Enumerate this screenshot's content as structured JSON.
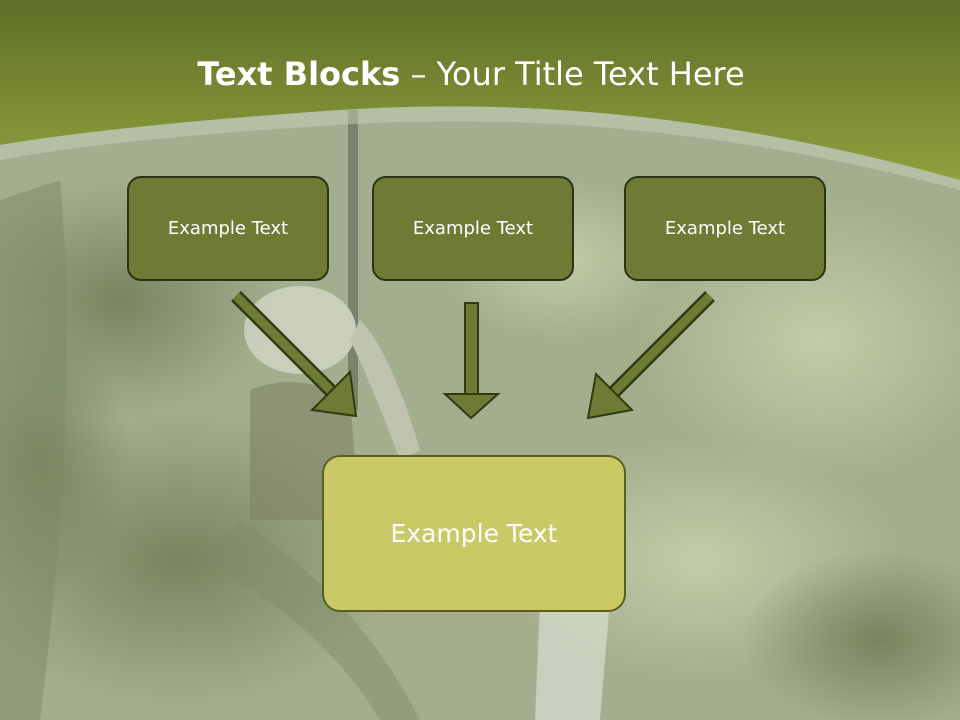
{
  "slide": {
    "title_bold": "Text Blocks",
    "title_rest": " – Your Title Text Here"
  },
  "blocks": {
    "top": [
      {
        "label": "Example Text"
      },
      {
        "label": "Example Text"
      },
      {
        "label": "Example Text"
      }
    ],
    "bottom": {
      "label": "Example Text"
    }
  },
  "colors": {
    "header_green": "#7d8f34",
    "box_dark": "#6f7a35",
    "box_light": "#c9c965",
    "arrow": "#6f7a35"
  }
}
